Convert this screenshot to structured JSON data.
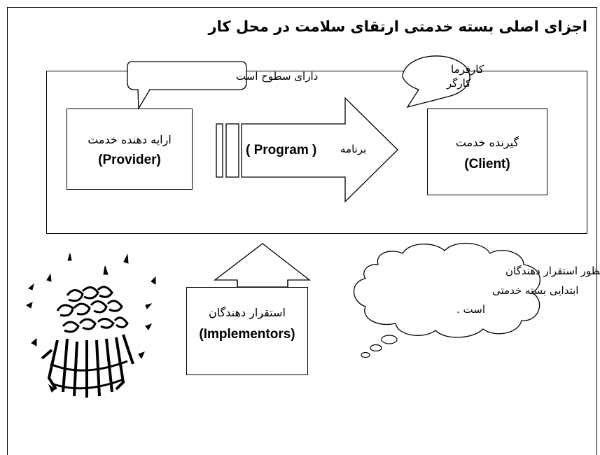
{
  "title": "اجزای اصلی  بسته خدمتی ارتقای سلامت در محل کار",
  "provider": {
    "label_fa": "ارایه دهنده خدمت",
    "label_en": "(Provider)"
  },
  "client": {
    "label_fa": "گیرنده خدمت",
    "label_en": "(Client)"
  },
  "program_arrow": {
    "label_fa": "برنامه",
    "label_en": "( Program )"
  },
  "implementors": {
    "label_fa": "استقرار دهندگان",
    "label_en": "(Implementors)"
  },
  "callouts": {
    "provider_levels": "دارای سطوح است",
    "client_types": [
      "کارفرما",
      "کارگر"
    ],
    "implementors_cloud": [
      "منظور استقرار دهندگان",
      "ابتدایی بسته خدمتی",
      "است ."
    ]
  },
  "clipart": "celebration-people-icon"
}
